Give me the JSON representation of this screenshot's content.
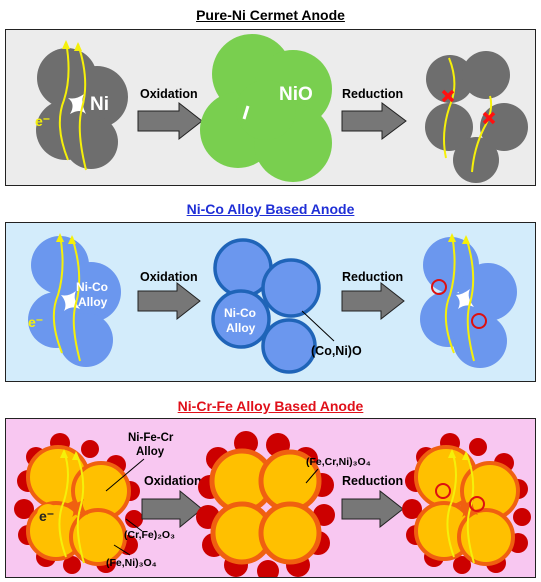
{
  "panels": [
    {
      "title": "Pure-Ni Cermet Anode",
      "title_color": "#000000",
      "bg_color": "#ececec",
      "electron": "e⁻",
      "particle_label": "Ni",
      "oxide_label": "NiO",
      "step1": "Oxidation",
      "step2": "Reduction"
    },
    {
      "title": "Ni-Co Alloy Based Anode",
      "title_color": "#1f2fd6",
      "bg_color": "#d3ecfb",
      "electron": "e⁻",
      "particle_label_line1": "Ni-Co",
      "particle_label_line2": "Alloy",
      "oxide_inner_line1": "Ni-Co",
      "oxide_inner_line2": "Alloy",
      "oxide_callout": "(Co,Ni)O",
      "step1": "Oxidation",
      "step2": "Reduction"
    },
    {
      "title": "Ni-Cr-Fe Alloy Based Anode",
      "title_color": "#e0101a",
      "bg_color": "#f8c7f1",
      "electron": "e⁻",
      "alloy_label_line1": "Ni-Fe-Cr",
      "alloy_label_line2": "Alloy",
      "callout_cr": "(Cr,Fe)₂O₃",
      "callout_feni": "(Fe,Ni)₃O₄",
      "callout_fecrni": "(Fe,Cr,Ni)₃O₄",
      "step1": "Oxidation",
      "step2": "Reduction"
    }
  ],
  "colors": {
    "ni_particle": "#6e6e6e",
    "nio_particle": "#79cf4f",
    "nico_particle": "#6b97ee",
    "nico_outline": "#1f64b8",
    "alloy_core": "#ffc000",
    "alloy_rim": "#f06010",
    "oxide_outer": "#cc0000",
    "arrow_fill": "#777777",
    "electron_path": "#f5f00a",
    "crack_mark": "#ff1010"
  }
}
